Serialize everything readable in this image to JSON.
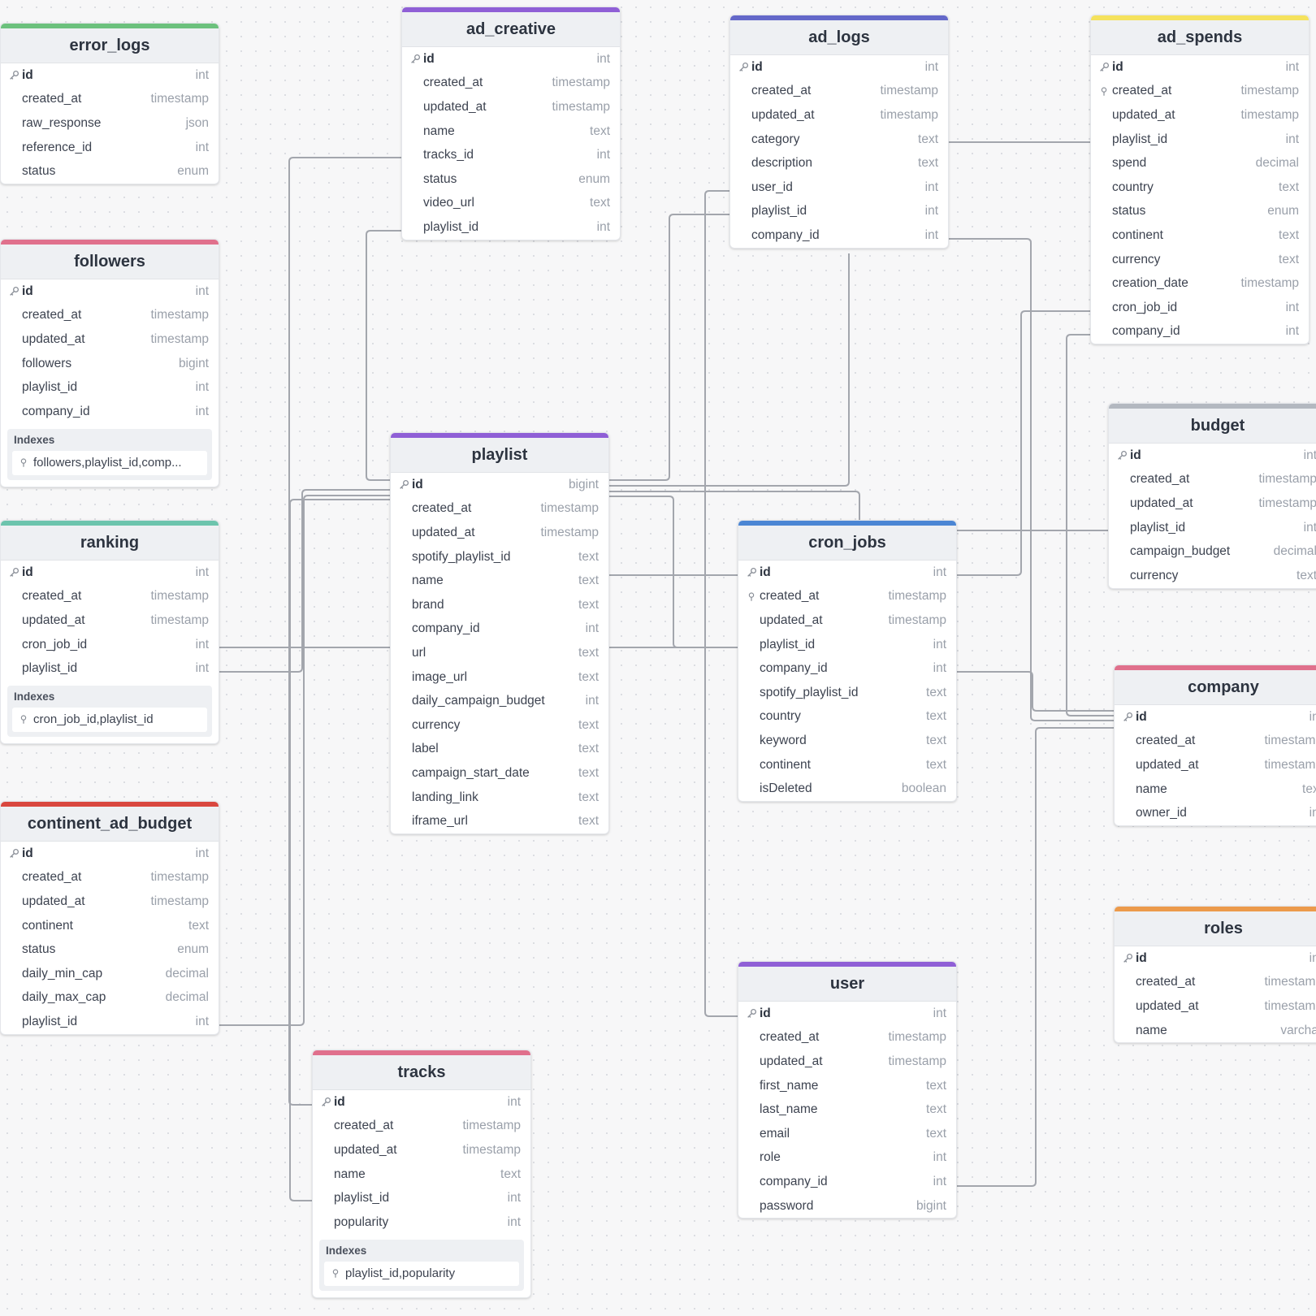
{
  "tables": [
    {
      "key": "error_logs",
      "name": "error_logs",
      "color": "#6cc17d",
      "fields": [
        {
          "name": "id",
          "type": "int",
          "pk": true
        },
        {
          "name": "created_at",
          "type": "timestamp"
        },
        {
          "name": "raw_response",
          "type": "json"
        },
        {
          "name": "reference_id",
          "type": "int"
        },
        {
          "name": "status",
          "type": "enum"
        }
      ]
    },
    {
      "key": "followers",
      "name": "followers",
      "color": "#e0708c",
      "fields": [
        {
          "name": "id",
          "type": "int",
          "pk": true
        },
        {
          "name": "created_at",
          "type": "timestamp"
        },
        {
          "name": "updated_at",
          "type": "timestamp"
        },
        {
          "name": "followers",
          "type": "bigint"
        },
        {
          "name": "playlist_id",
          "type": "int"
        },
        {
          "name": "company_id",
          "type": "int"
        }
      ],
      "indexes_label": "Indexes",
      "indexes": [
        "followers,playlist_id,comp..."
      ]
    },
    {
      "key": "ranking",
      "name": "ranking",
      "color": "#6cc4ad",
      "fields": [
        {
          "name": "id",
          "type": "int",
          "pk": true
        },
        {
          "name": "created_at",
          "type": "timestamp"
        },
        {
          "name": "updated_at",
          "type": "timestamp"
        },
        {
          "name": "cron_job_id",
          "type": "int"
        },
        {
          "name": "playlist_id",
          "type": "int"
        }
      ],
      "indexes_label": "Indexes",
      "indexes": [
        "cron_job_id,playlist_id"
      ]
    },
    {
      "key": "continent_ad_budget",
      "name": "continent_ad_budget",
      "color": "#d9473f",
      "fields": [
        {
          "name": "id",
          "type": "int",
          "pk": true
        },
        {
          "name": "created_at",
          "type": "timestamp"
        },
        {
          "name": "updated_at",
          "type": "timestamp"
        },
        {
          "name": "continent",
          "type": "text"
        },
        {
          "name": "status",
          "type": "enum"
        },
        {
          "name": "daily_min_cap",
          "type": "decimal"
        },
        {
          "name": "daily_max_cap",
          "type": "decimal"
        },
        {
          "name": "playlist_id",
          "type": "int"
        }
      ]
    },
    {
      "key": "ad_creative",
      "name": "ad_creative",
      "color": "#8f5fd6",
      "fields": [
        {
          "name": "id",
          "type": "int",
          "pk": true
        },
        {
          "name": "created_at",
          "type": "timestamp"
        },
        {
          "name": "updated_at",
          "type": "timestamp"
        },
        {
          "name": "name",
          "type": "text"
        },
        {
          "name": "tracks_id",
          "type": "int"
        },
        {
          "name": "status",
          "type": "enum"
        },
        {
          "name": "video_url",
          "type": "text"
        },
        {
          "name": "playlist_id",
          "type": "int"
        }
      ]
    },
    {
      "key": "playlist",
      "name": "playlist",
      "color": "#8f5fd6",
      "fields": [
        {
          "name": "id",
          "type": "bigint",
          "pk": true
        },
        {
          "name": "created_at",
          "type": "timestamp"
        },
        {
          "name": "updated_at",
          "type": "timestamp"
        },
        {
          "name": "spotify_playlist_id",
          "type": "text"
        },
        {
          "name": "name",
          "type": "text"
        },
        {
          "name": "brand",
          "type": "text"
        },
        {
          "name": "company_id",
          "type": "int"
        },
        {
          "name": "url",
          "type": "text"
        },
        {
          "name": "image_url",
          "type": "text"
        },
        {
          "name": "daily_campaign_budget",
          "type": "int"
        },
        {
          "name": "currency",
          "type": "text"
        },
        {
          "name": "label",
          "type": "text"
        },
        {
          "name": "campaign_start_date",
          "type": "text"
        },
        {
          "name": "landing_link",
          "type": "text"
        },
        {
          "name": "iframe_url",
          "type": "text"
        }
      ]
    },
    {
      "key": "tracks",
      "name": "tracks",
      "color": "#e0708c",
      "fields": [
        {
          "name": "id",
          "type": "int",
          "pk": true
        },
        {
          "name": "created_at",
          "type": "timestamp"
        },
        {
          "name": "updated_at",
          "type": "timestamp"
        },
        {
          "name": "name",
          "type": "text"
        },
        {
          "name": "playlist_id",
          "type": "int"
        },
        {
          "name": "popularity",
          "type": "int"
        }
      ],
      "indexes_label": "Indexes",
      "indexes": [
        "playlist_id,popularity"
      ]
    },
    {
      "key": "ad_logs",
      "name": "ad_logs",
      "color": "#6468c9",
      "fields": [
        {
          "name": "id",
          "type": "int",
          "pk": true
        },
        {
          "name": "created_at",
          "type": "timestamp"
        },
        {
          "name": "updated_at",
          "type": "timestamp"
        },
        {
          "name": "category",
          "type": "text"
        },
        {
          "name": "description",
          "type": "text"
        },
        {
          "name": "user_id",
          "type": "int"
        },
        {
          "name": "playlist_id",
          "type": "int"
        },
        {
          "name": "company_id",
          "type": "int"
        }
      ]
    },
    {
      "key": "cron_jobs",
      "name": "cron_jobs",
      "color": "#4b86d4",
      "fields": [
        {
          "name": "id",
          "type": "int",
          "pk": true
        },
        {
          "name": "created_at",
          "type": "timestamp",
          "indexed": true
        },
        {
          "name": "updated_at",
          "type": "timestamp"
        },
        {
          "name": "playlist_id",
          "type": "int"
        },
        {
          "name": "company_id",
          "type": "int"
        },
        {
          "name": "spotify_playlist_id",
          "type": "text"
        },
        {
          "name": "country",
          "type": "text"
        },
        {
          "name": "keyword",
          "type": "text"
        },
        {
          "name": "continent",
          "type": "text"
        },
        {
          "name": "isDeleted",
          "type": "boolean"
        }
      ]
    },
    {
      "key": "user",
      "name": "user",
      "color": "#8f5fd6",
      "fields": [
        {
          "name": "id",
          "type": "int",
          "pk": true
        },
        {
          "name": "created_at",
          "type": "timestamp"
        },
        {
          "name": "updated_at",
          "type": "timestamp"
        },
        {
          "name": "first_name",
          "type": "text"
        },
        {
          "name": "last_name",
          "type": "text"
        },
        {
          "name": "email",
          "type": "text"
        },
        {
          "name": "role",
          "type": "int"
        },
        {
          "name": "company_id",
          "type": "int"
        },
        {
          "name": "password",
          "type": "bigint"
        }
      ]
    },
    {
      "key": "ad_spends",
      "name": "ad_spends",
      "color": "#f5e25d",
      "fields": [
        {
          "name": "id",
          "type": "int",
          "pk": true
        },
        {
          "name": "created_at",
          "type": "timestamp",
          "indexed": true
        },
        {
          "name": "updated_at",
          "type": "timestamp"
        },
        {
          "name": "playlist_id",
          "type": "int"
        },
        {
          "name": "spend",
          "type": "decimal"
        },
        {
          "name": "country",
          "type": "text"
        },
        {
          "name": "status",
          "type": "enum"
        },
        {
          "name": "continent",
          "type": "text"
        },
        {
          "name": "currency",
          "type": "text"
        },
        {
          "name": "creation_date",
          "type": "timestamp"
        },
        {
          "name": "cron_job_id",
          "type": "int"
        },
        {
          "name": "company_id",
          "type": "int"
        }
      ]
    },
    {
      "key": "budget",
      "name": "budget",
      "color": "#b3b8c0",
      "fields": [
        {
          "name": "id",
          "type": "int",
          "pk": true
        },
        {
          "name": "created_at",
          "type": "timestamp"
        },
        {
          "name": "updated_at",
          "type": "timestamp"
        },
        {
          "name": "playlist_id",
          "type": "int"
        },
        {
          "name": "campaign_budget",
          "type": "decimal"
        },
        {
          "name": "currency",
          "type": "text"
        }
      ]
    },
    {
      "key": "company",
      "name": "company",
      "color": "#e0708c",
      "fields": [
        {
          "name": "id",
          "type": "int",
          "pk": true
        },
        {
          "name": "created_at",
          "type": "timestamp"
        },
        {
          "name": "updated_at",
          "type": "timestamp"
        },
        {
          "name": "name",
          "type": "text"
        },
        {
          "name": "owner_id",
          "type": "int"
        }
      ]
    },
    {
      "key": "roles",
      "name": "roles",
      "color": "#ec9a4b",
      "fields": [
        {
          "name": "id",
          "type": "int",
          "pk": true
        },
        {
          "name": "created_at",
          "type": "timestamp"
        },
        {
          "name": "updated_at",
          "type": "timestamp"
        },
        {
          "name": "name",
          "type": "varchar"
        }
      ]
    }
  ],
  "relations": [
    {
      "from": "ad_creative.tracks_id",
      "to": "tracks.id"
    },
    {
      "from": "ad_creative.playlist_id",
      "to": "playlist.id"
    },
    {
      "from": "ranking.cron_job_id",
      "to": "cron_jobs.id"
    },
    {
      "from": "ranking.playlist_id",
      "to": "playlist.id"
    },
    {
      "from": "continent_ad_budget.playlist_id",
      "to": "playlist.id"
    },
    {
      "from": "tracks.playlist_id",
      "to": "playlist.id"
    },
    {
      "from": "ad_logs.user_id",
      "to": "user.id"
    },
    {
      "from": "ad_logs.playlist_id",
      "to": "playlist.id"
    },
    {
      "from": "ad_logs.company_id",
      "to": "company.id"
    },
    {
      "from": "ad_spends.playlist_id",
      "to": "playlist.id"
    },
    {
      "from": "ad_spends.cron_job_id",
      "to": "cron_jobs.id"
    },
    {
      "from": "ad_spends.company_id",
      "to": "company.id"
    },
    {
      "from": "budget.playlist_id",
      "to": "playlist.id"
    },
    {
      "from": "cron_jobs.playlist_id",
      "to": "playlist.id"
    },
    {
      "from": "cron_jobs.company_id",
      "to": "company.id"
    },
    {
      "from": "user.company_id",
      "to": "company.id"
    }
  ]
}
